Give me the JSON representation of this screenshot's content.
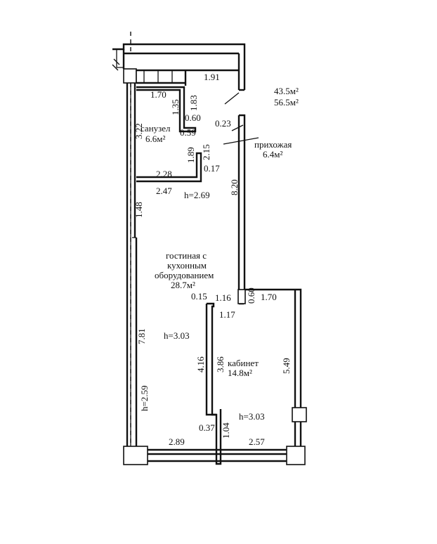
{
  "totals": {
    "living_area": "43.5м²",
    "total_area": "56.5м²"
  },
  "rooms": {
    "bathroom": {
      "name": "санузел",
      "area": "6.6м²"
    },
    "hall": {
      "name": "прихожая",
      "area": "6.4м²"
    },
    "living": {
      "line1": "гостиная с",
      "line2": "кухонным",
      "line3": "оборудованием",
      "area": "28.7м²"
    },
    "office": {
      "name": "кабинет",
      "area": "14.8м²"
    }
  },
  "heights": {
    "h_hall": "h=2.69",
    "h_living": "h=3.03",
    "h_office": "h=3.03",
    "h_left": "h=2.59"
  },
  "dimensions": {
    "d_1_91": "1.91",
    "d_1_70_top": "1.70",
    "d_1_83": "1.83",
    "d_1_35": "1.35",
    "d_0_60_top": "0.60",
    "d_0_59": "0.59",
    "d_0_23": "0.23",
    "d_3_22": "3.22",
    "d_1_89": "1.89",
    "d_2_15": "2.15",
    "d_0_17": "0.17",
    "d_2_28": "2.28",
    "d_2_47": "2.47",
    "d_8_20": "8.20",
    "d_1_48": "1.48",
    "d_0_15": "0.15",
    "d_1_16": "1.16",
    "d_0_60_mid": "0.60",
    "d_1_70_mid": "1.70",
    "d_1_17": "1.17",
    "d_7_81": "7.81",
    "d_4_16": "4.16",
    "d_3_86": "3.86",
    "d_5_49": "5.49",
    "d_0_37": "0.37",
    "d_1_04": "1.04",
    "d_2_89": "2.89",
    "d_2_57": "2.57"
  }
}
